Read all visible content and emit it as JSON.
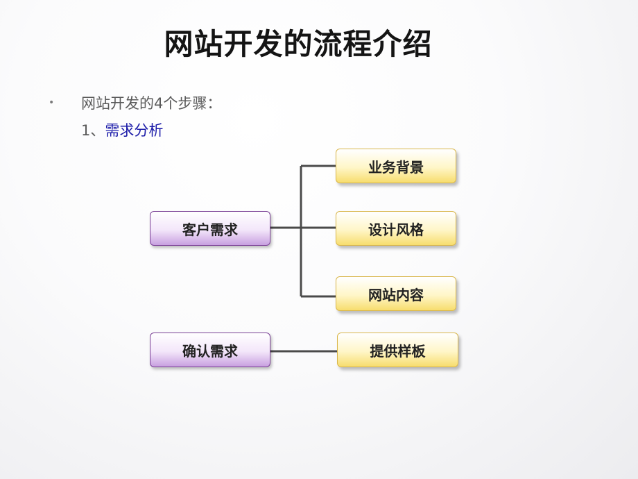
{
  "title": "网站开发的流程介绍",
  "bullet": {
    "marker": "•",
    "text": "网站开发的4个步骤：",
    "step_number": "1、",
    "step_label": "需求分析"
  },
  "diagram": {
    "group1": {
      "parent": "客户需求",
      "children": [
        "业务背景",
        "设计风格",
        "网站内容"
      ]
    },
    "group2": {
      "parent": "确认需求",
      "children": [
        "提供样板"
      ]
    }
  },
  "colors": {
    "purple_border": "#7a3f96",
    "yellow_border": "#d9b64a",
    "highlight_text": "#1a1aa8",
    "connector": "#4a4a4a"
  }
}
